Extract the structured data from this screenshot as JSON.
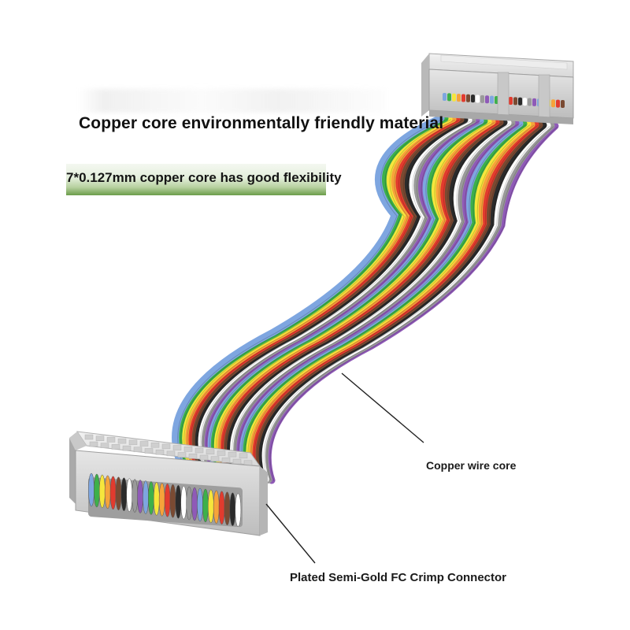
{
  "headline": "Copper core environmentally friendly material",
  "banner": "7*0.127mm copper core has good flexibility",
  "callouts": {
    "wire_core": "Copper wire core",
    "connector": "Plated Semi-Gold FC Crimp Connector"
  },
  "colors": {
    "background": "#ffffff",
    "banner_green": "#6b9d4a",
    "connector_grey": "#d2d2d2",
    "wire_palette": [
      "#7ea6e0",
      "#3db04a",
      "#f6e63c",
      "#f6a33a",
      "#e23b2e",
      "#7a4a32",
      "#2b2b2b",
      "#ffffff",
      "#9a9a9a",
      "#8f5ab7"
    ]
  },
  "image": {
    "subject": "rainbow flat ribbon cable",
    "icons": [
      "connector-top",
      "connector-bottom",
      "ribbon-cable"
    ]
  }
}
